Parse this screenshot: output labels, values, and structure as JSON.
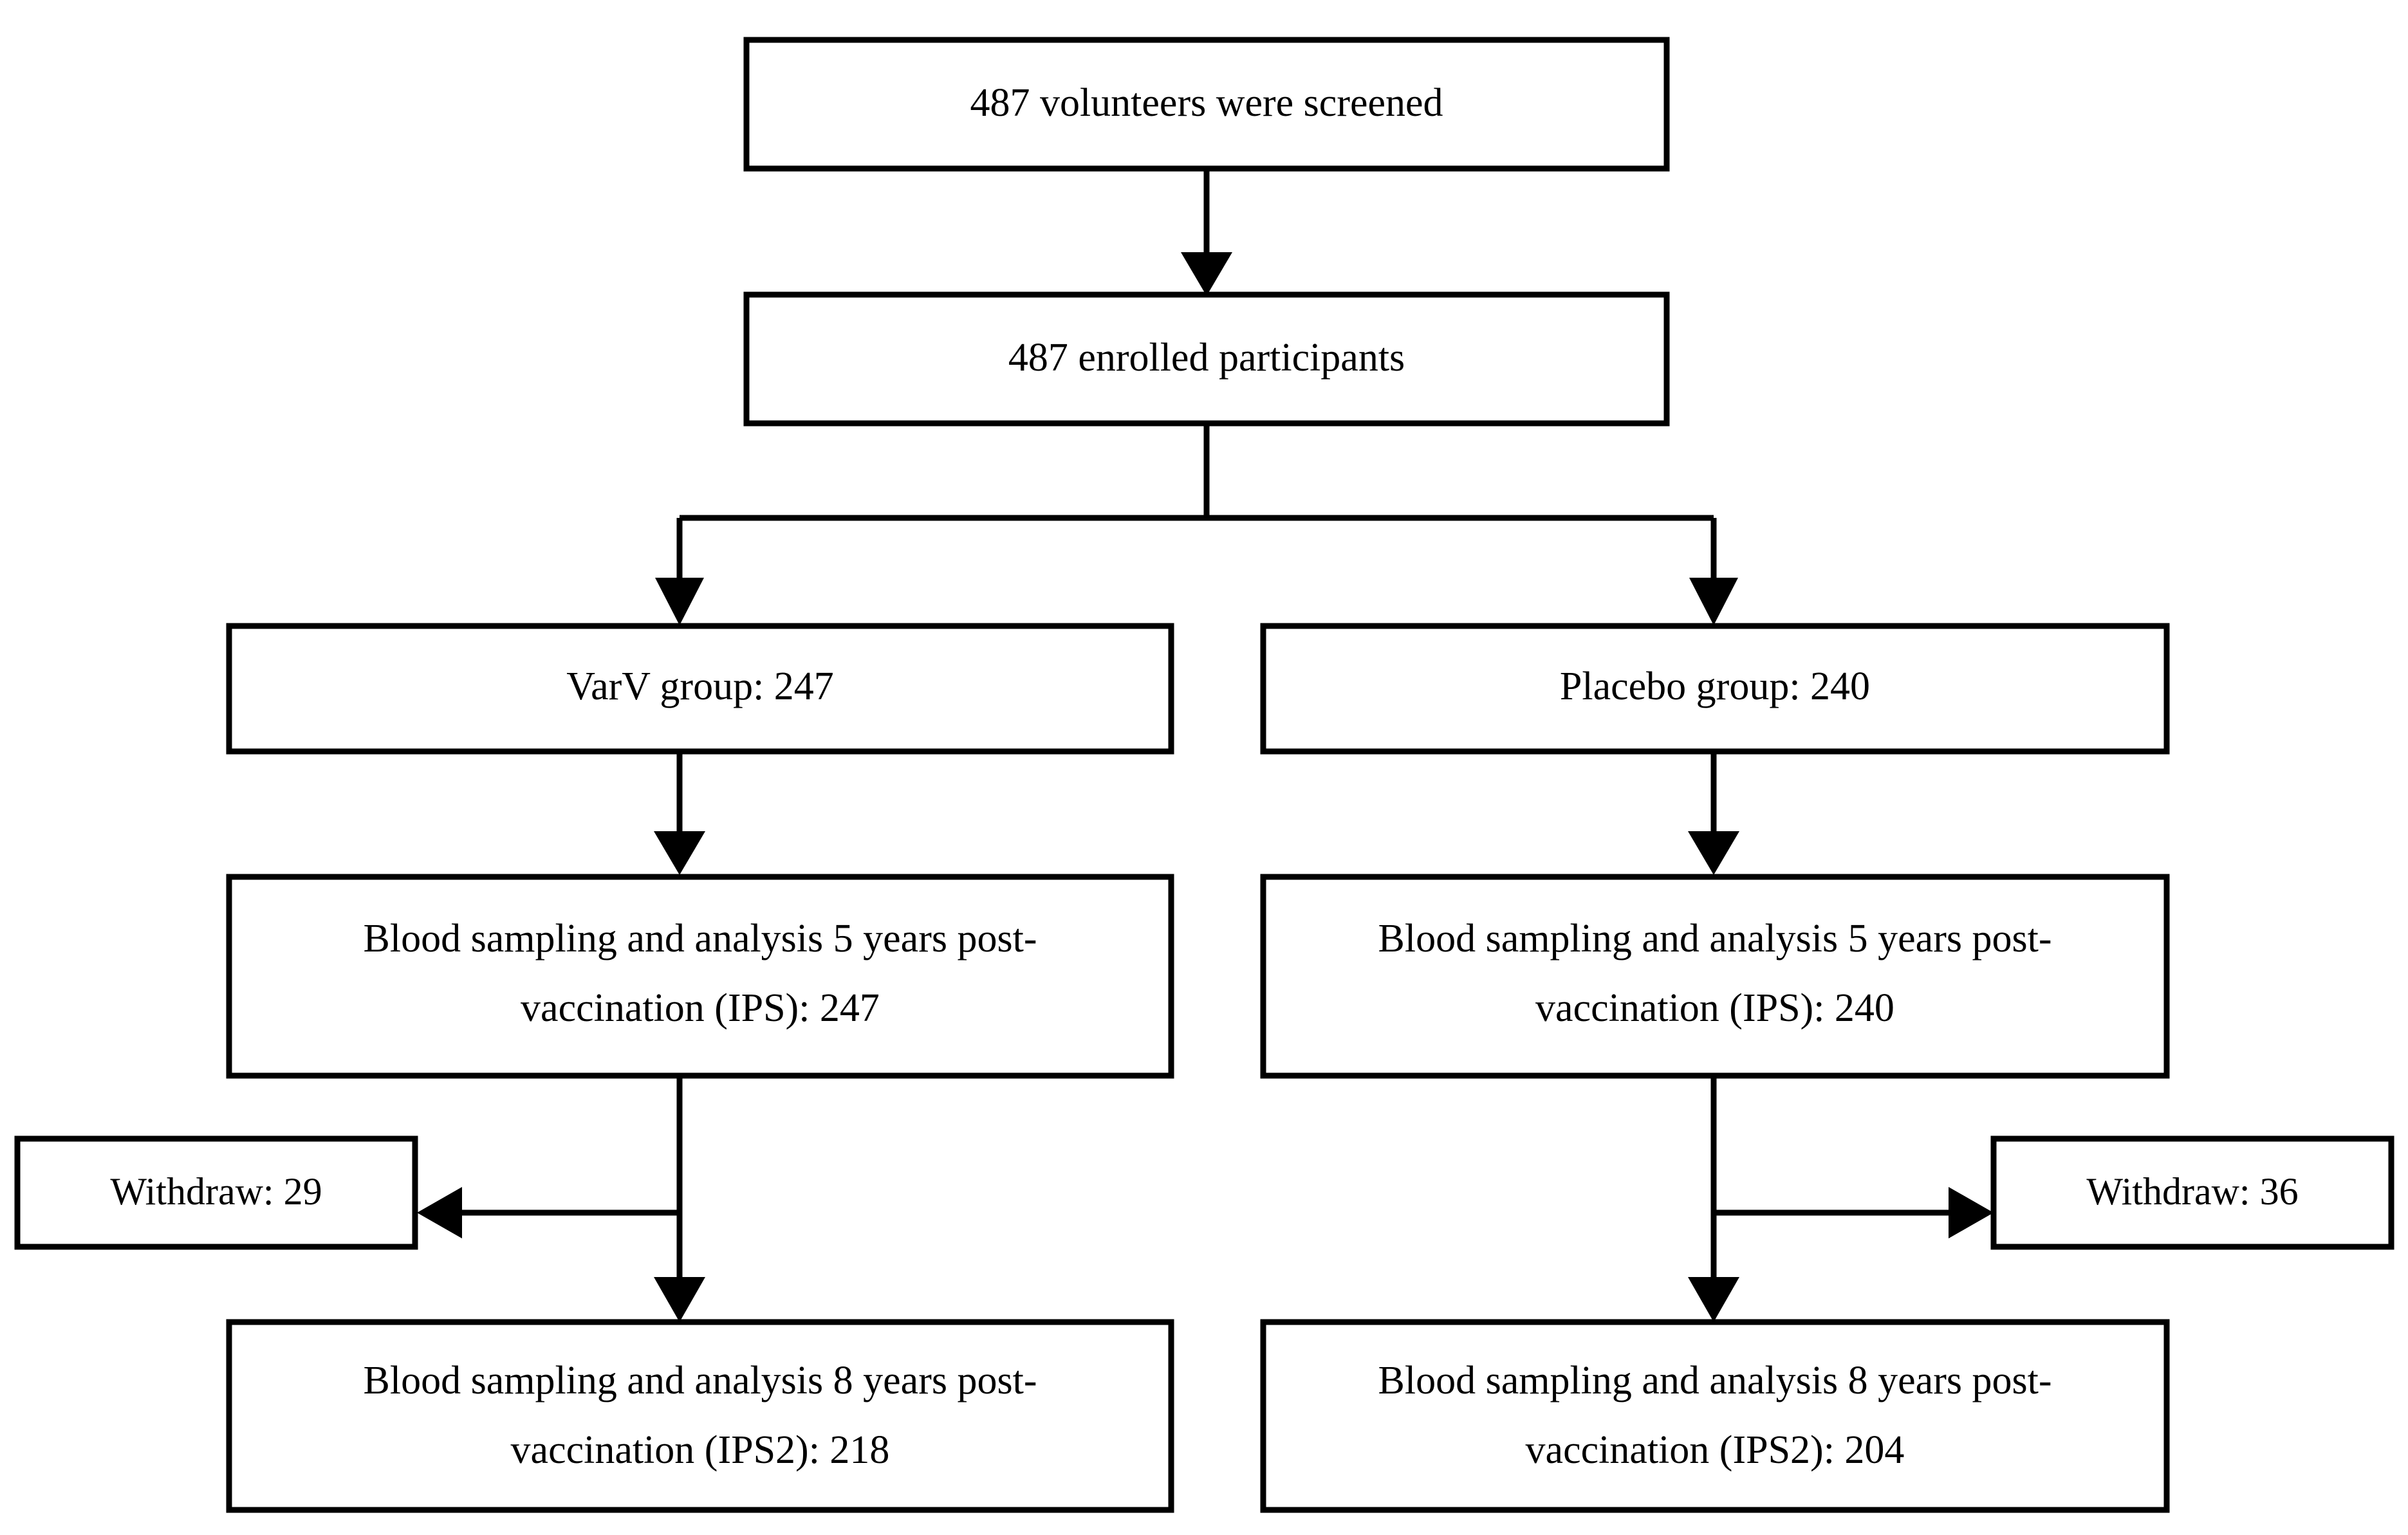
{
  "diagram": {
    "type": "flowchart",
    "title": "Participant flow diagram",
    "orientation": "top-down",
    "background_color": "#FFFFFF",
    "line_color": "#000000",
    "box_fill_color": "#FFFFFF",
    "text_color": "#000000"
  },
  "nodes": {
    "screened": {
      "id": "screened",
      "label": "487 volunteers were screened",
      "lines": [
        "487 volunteers were screened"
      ],
      "count": 487
    },
    "enrolled": {
      "id": "enrolled",
      "label": "487 enrolled participants",
      "lines": [
        "487 enrolled participants"
      ],
      "count": 487
    },
    "varv_group": {
      "id": "varv-group",
      "label": "VarV group: 247",
      "lines": [
        "VarV group: 247"
      ],
      "count": 247
    },
    "placebo_group": {
      "id": "placebo-group",
      "label": "Placebo group: 240",
      "lines": [
        "Placebo group: 240"
      ],
      "count": 240
    },
    "varv_ips": {
      "id": "varv-ips",
      "label": "Blood sampling and analysis 5 years post-vaccination (IPS): 247",
      "lines": [
        "Blood sampling and analysis 5 years post-",
        "vaccination (IPS): 247"
      ],
      "count": 247
    },
    "placebo_ips": {
      "id": "placebo-ips",
      "label": "Blood sampling and analysis 5 years post-vaccination (IPS): 240",
      "lines": [
        "Blood sampling and analysis 5 years post-",
        "vaccination (IPS): 240"
      ],
      "count": 240
    },
    "varv_withdraw": {
      "id": "varv-withdraw",
      "label": "Withdraw: 29",
      "lines": [
        "Withdraw: 29"
      ],
      "count": 29
    },
    "placebo_withdraw": {
      "id": "placebo-withdraw",
      "label": "Withdraw: 36",
      "lines": [
        "Withdraw: 36"
      ],
      "count": 36
    },
    "varv_ips2": {
      "id": "varv-ips2",
      "label": "Blood sampling and analysis 8 years post-vaccination (IPS2): 218",
      "lines": [
        "Blood sampling and analysis 8 years post-",
        "vaccination (IPS2): 218"
      ],
      "count": 218
    },
    "placebo_ips2": {
      "id": "placebo-ips2",
      "label": "Blood sampling and analysis 8 years post-vaccination (IPS2): 204",
      "lines": [
        "Blood sampling and analysis 8 years post-",
        "vaccination (IPS2): 204"
      ],
      "count": 204
    }
  },
  "edges": [
    {
      "from": "screened",
      "to": "enrolled",
      "direction": "down"
    },
    {
      "from": "enrolled",
      "to": "varv_group",
      "direction": "down-left-split"
    },
    {
      "from": "enrolled",
      "to": "placebo_group",
      "direction": "down-right-split"
    },
    {
      "from": "varv_group",
      "to": "varv_ips",
      "direction": "down"
    },
    {
      "from": "placebo_group",
      "to": "placebo_ips",
      "direction": "down"
    },
    {
      "from": "varv_ips",
      "to": "varv_withdraw",
      "direction": "left"
    },
    {
      "from": "varv_ips",
      "to": "varv_ips2",
      "direction": "down"
    },
    {
      "from": "placebo_ips",
      "to": "placebo_withdraw",
      "direction": "right"
    },
    {
      "from": "placebo_ips",
      "to": "placebo_ips2",
      "direction": "down"
    }
  ]
}
